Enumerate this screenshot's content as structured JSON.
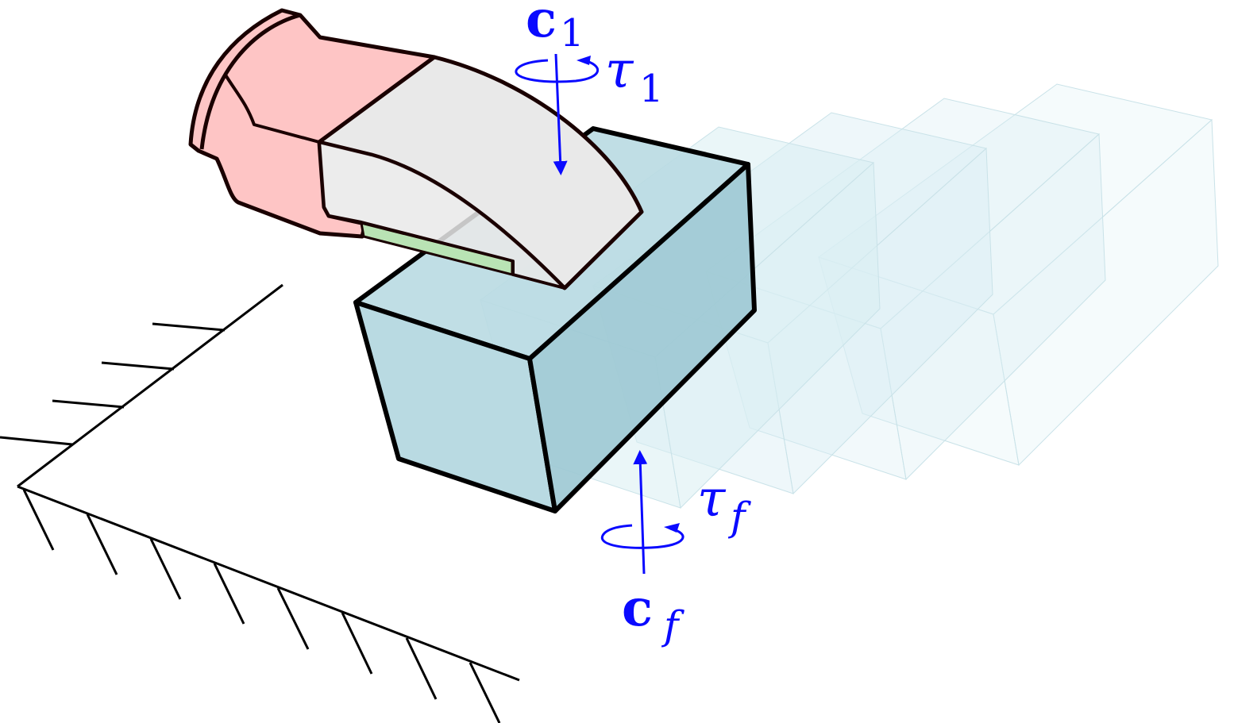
{
  "labels": {
    "contact_1": {
      "main": "c",
      "sub": "1"
    },
    "torque_1": {
      "main": "τ",
      "sub": "1"
    },
    "torque_f": {
      "main": "τ",
      "sub": "f"
    },
    "contact_f": {
      "main": "c",
      "sub": "f"
    }
  },
  "colors": {
    "finger_skin": "#fec5c5",
    "finger_outline": "#3a0a0a",
    "fingernail": "#e9e9e9",
    "contact_pad": "#b9e3b4",
    "box_face": "#b9dae2",
    "box_top": "#a9d0da",
    "box_right": "#9ec9d4",
    "ghost_box": "#d9eef3",
    "arrow": "#0a0aff",
    "ground_line": "#000000"
  },
  "icons": {
    "ground": "hatched-ground-plane-icon",
    "finger": "fingertip-icon",
    "object": "cube-icon",
    "force_arrow": "arrow-icon",
    "torque_arc": "rotation-arrow-icon"
  },
  "ghost_copies": 4
}
